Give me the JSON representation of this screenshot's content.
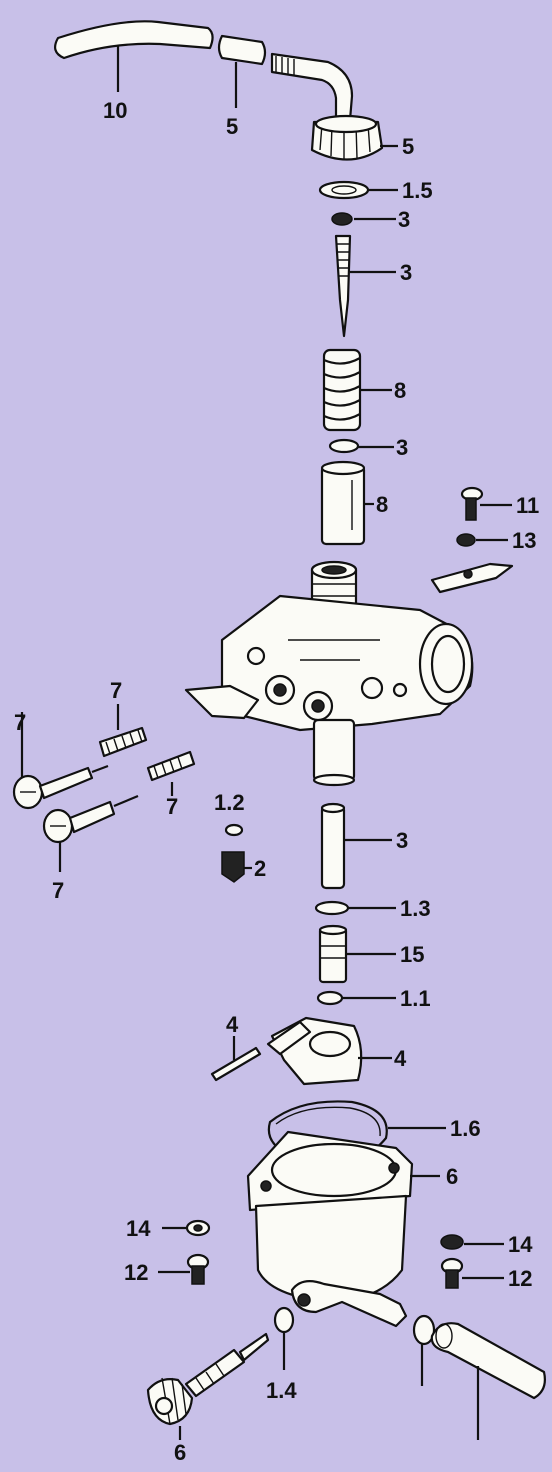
{
  "background": "#c8c0e8",
  "callouts": [
    {
      "id": "c10a",
      "text": "10"
    },
    {
      "id": "c5a",
      "text": "5"
    },
    {
      "id": "c5b",
      "text": "5"
    },
    {
      "id": "c15a",
      "text": "1.5"
    },
    {
      "id": "c3a",
      "text": "3"
    },
    {
      "id": "c3b",
      "text": "3"
    },
    {
      "id": "c8a",
      "text": "8"
    },
    {
      "id": "c3c",
      "text": "3"
    },
    {
      "id": "c8b",
      "text": "8"
    },
    {
      "id": "c11",
      "text": "11"
    },
    {
      "id": "c13",
      "text": "13"
    },
    {
      "id": "c7a",
      "text": "7"
    },
    {
      "id": "c7b",
      "text": "7"
    },
    {
      "id": "c7c",
      "text": "7"
    },
    {
      "id": "c7d",
      "text": "7"
    },
    {
      "id": "c12a",
      "text": "1.2"
    },
    {
      "id": "c2",
      "text": "2"
    },
    {
      "id": "c3d",
      "text": "3"
    },
    {
      "id": "c13b",
      "text": "1.3"
    },
    {
      "id": "c15",
      "text": "15"
    },
    {
      "id": "c11b",
      "text": "1.1"
    },
    {
      "id": "c4a",
      "text": "4"
    },
    {
      "id": "c4b",
      "text": "4"
    },
    {
      "id": "c16",
      "text": "1.6"
    },
    {
      "id": "c6a",
      "text": "6"
    },
    {
      "id": "c14a",
      "text": "14"
    },
    {
      "id": "c14b",
      "text": "14"
    },
    {
      "id": "c12b",
      "text": "12"
    },
    {
      "id": "c12c",
      "text": "12"
    },
    {
      "id": "c14c",
      "text": "1.4"
    },
    {
      "id": "c6b",
      "text": "6"
    }
  ]
}
